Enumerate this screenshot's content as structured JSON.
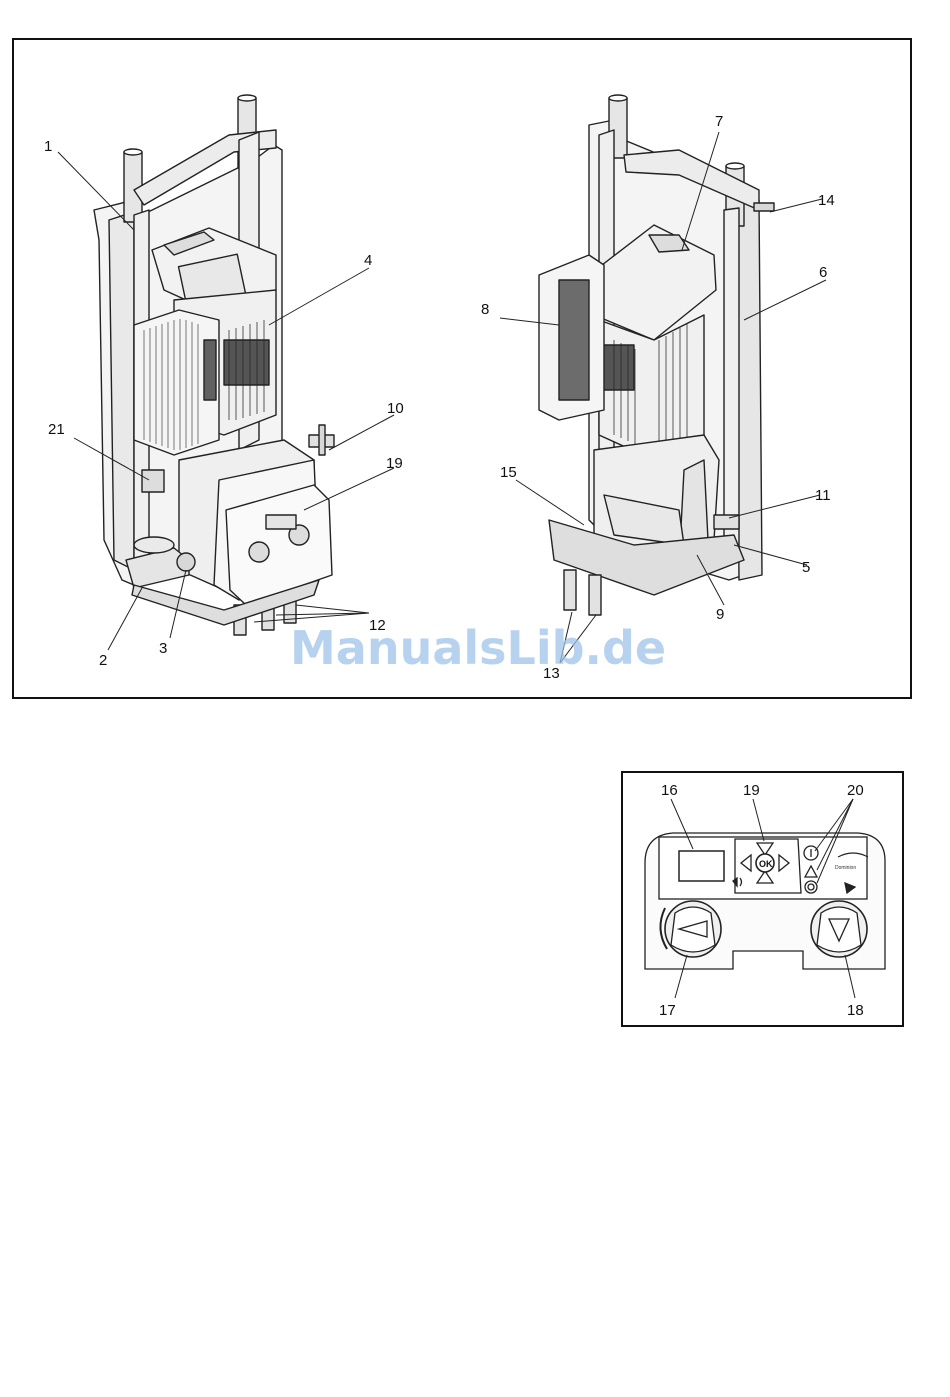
{
  "watermark": "ManualsLib.de",
  "figure_main": {
    "labels": [
      "1",
      "2",
      "3",
      "4",
      "5",
      "6",
      "7",
      "8",
      "9",
      "10",
      "11",
      "12",
      "13",
      "14",
      "15",
      "19",
      "21"
    ]
  },
  "figure_panel": {
    "labels": [
      "16",
      "17",
      "18",
      "19",
      "20"
    ],
    "ok_label": "OK",
    "brand_text": "Dominion"
  }
}
